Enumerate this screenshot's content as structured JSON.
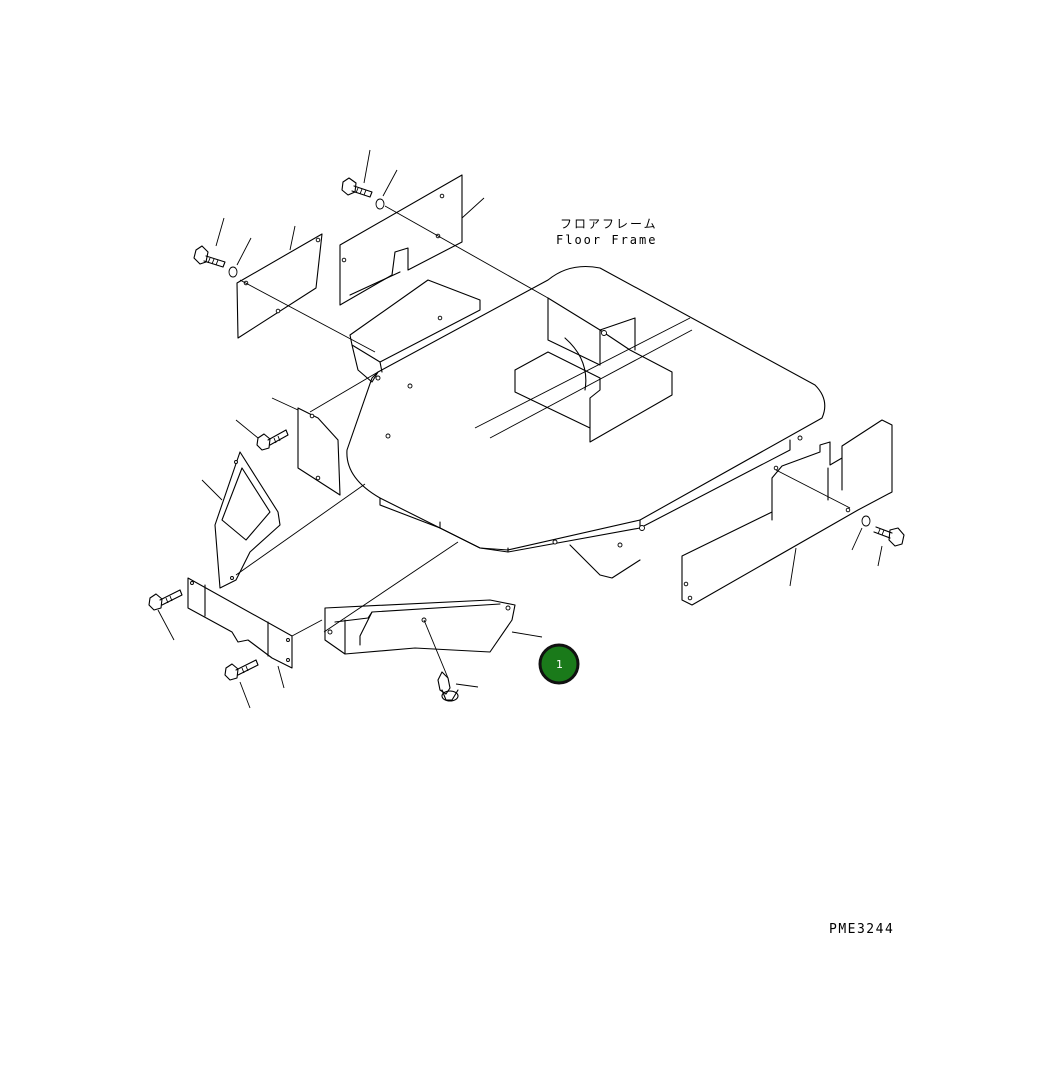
{
  "labels": {
    "floor_frame_jp": "フロアフレーム",
    "floor_frame_en": "Floor Frame"
  },
  "drawing_number": "PME3244",
  "callouts": [
    {
      "id": "1",
      "label": "1",
      "color": "#1a7a1a"
    }
  ]
}
